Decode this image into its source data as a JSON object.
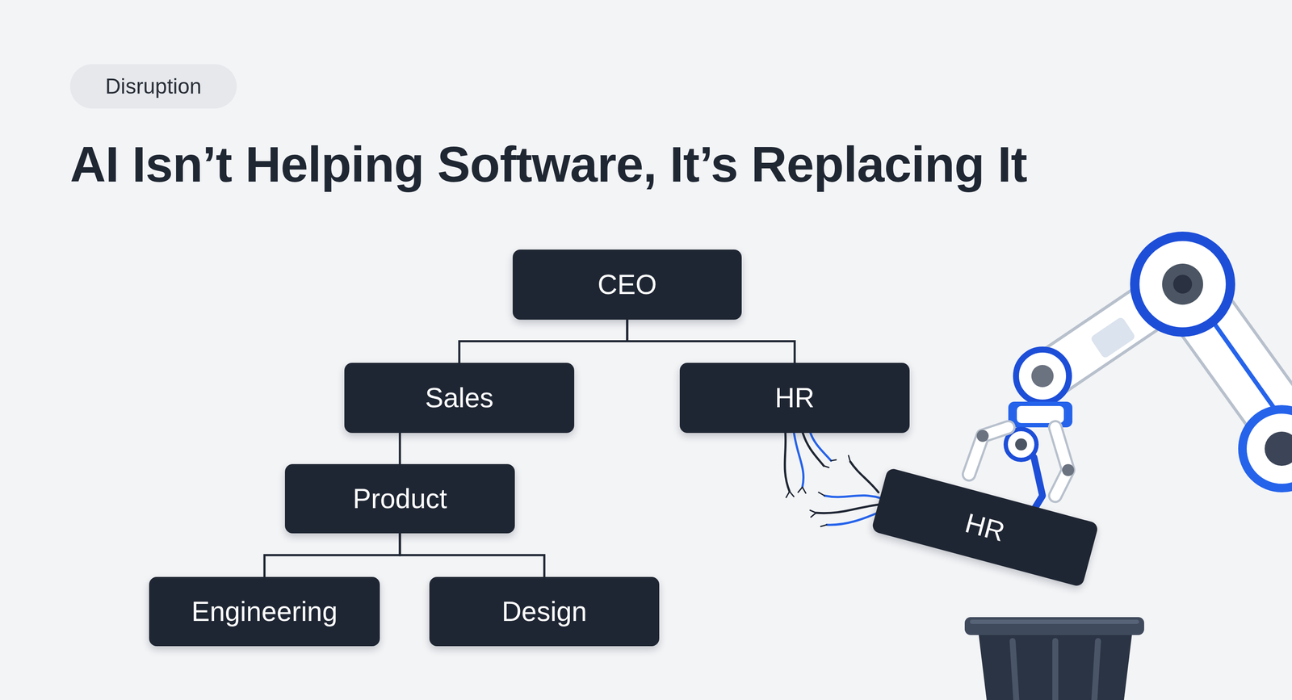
{
  "diagram": {
    "title": "AI Isn’t Helping Software, It’s Replacing It",
    "nodes": [
      {
        "text": [
          "Disruption"
        ]
      },
      {
        "text": [
          "CEO"
        ]
      },
      {
        "text": [
          "Sales"
        ]
      },
      {
        "text": [
          "HR"
        ]
      },
      {
        "text": [
          "Product"
        ]
      },
      {
        "text": [
          "Engineering"
        ]
      },
      {
        "text": [
          "Design"
        ]
      },
      {
        "text": [
          "HR"
        ]
      }
    ],
    "edges": [
      {
        "from": 1,
        "to": 2,
        "arrow": "none"
      },
      {
        "from": 1,
        "to": 3,
        "arrow": "none"
      },
      {
        "from": 2,
        "to": 4,
        "arrow": "none"
      },
      {
        "from": 4,
        "to": 5,
        "arrow": "none"
      },
      {
        "from": 4,
        "to": 6,
        "arrow": "none"
      }
    ]
  }
}
